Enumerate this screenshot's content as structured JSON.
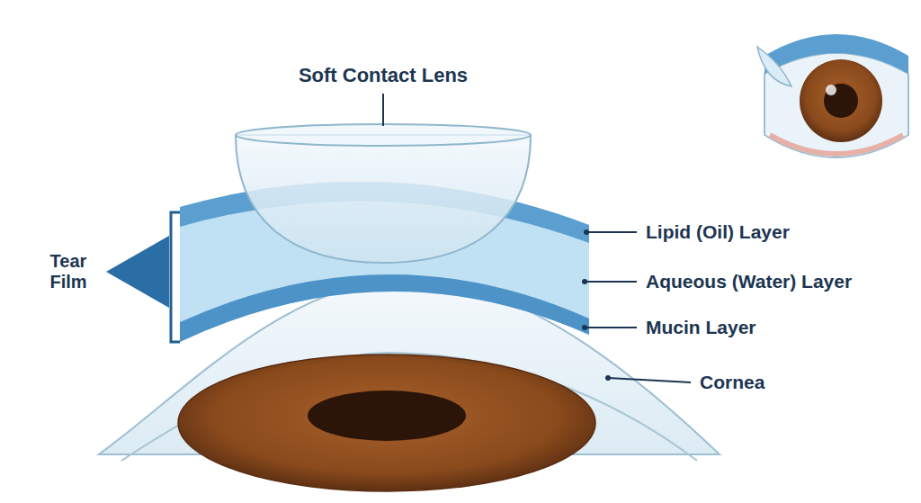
{
  "diagram": {
    "labels": [
      "Soft Contact Lens",
      "Tear Film",
      "Lipid (Oil) Layer",
      "Aqueous (Water) Layer",
      "Mucin Layer",
      "Cornea"
    ]
  }
}
